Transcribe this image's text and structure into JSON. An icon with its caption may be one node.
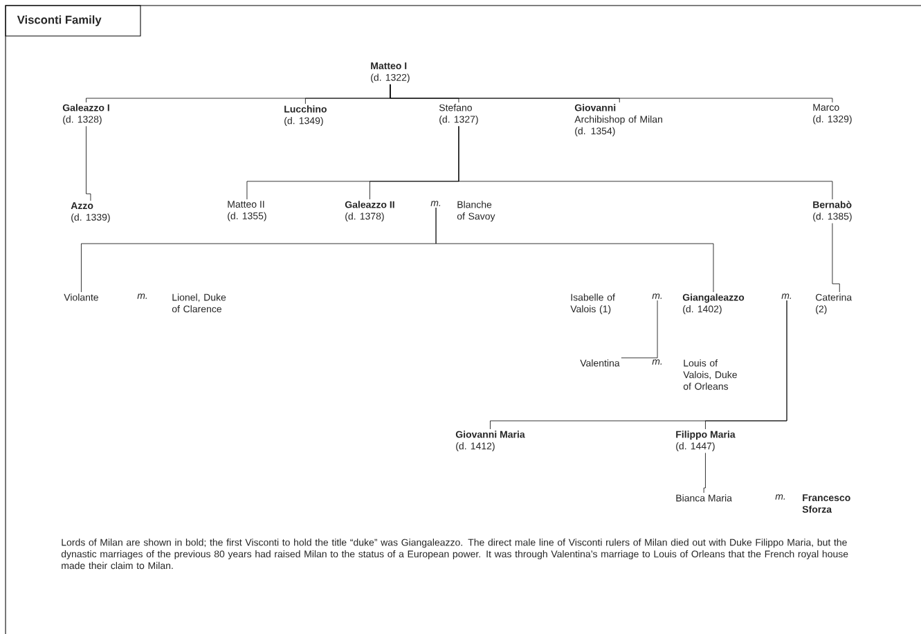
{
  "diagram": {
    "title": "Visconti Family",
    "caption": "Lords of Milan are shown in bold; the first Visconti to hold the title “duke” was Giangaleazzo. The direct male line of Visconti rulers of Milan died out with Duke Filippo Maria, but the dynastic marriages of the previous 80 years had raised Milan to the status of a European power. It was through Valentina’s marriage to Louis of Orleans that the French royal house made their claim to Milan.",
    "nodes": [
      {
        "text": [
          "Matteo I",
          "(d. 1322)"
        ]
      },
      {
        "text": [
          "Galeazzo I",
          "(d. 1328)"
        ]
      },
      {
        "text": [
          "Lucchino",
          "(d. 1349)"
        ]
      },
      {
        "text": [
          "Stefano",
          "(d. 1327)"
        ]
      },
      {
        "text": [
          "Giovanni",
          "Archibishop of Milan (d. 1354)"
        ]
      },
      {
        "text": [
          "Marco",
          "(d. 1329)"
        ]
      },
      {
        "text": [
          "Azzo",
          "(d. 1339)"
        ]
      },
      {
        "text": [
          "Matteo II",
          "(d. 1355)"
        ]
      },
      {
        "text": [
          "Galeazzo II",
          "(d. 1378)"
        ]
      },
      {
        "text": [
          "m."
        ]
      },
      {
        "text": [
          "Blanche of Savoy"
        ]
      },
      {
        "text": [
          "Bernabò",
          "(d. 1385)"
        ]
      },
      {
        "text": [
          "Violante"
        ]
      },
      {
        "text": [
          "m."
        ]
      },
      {
        "text": [
          "Lionel, Duke of Clarence"
        ]
      },
      {
        "text": [
          "Isabelle of Valois (1)"
        ]
      },
      {
        "text": [
          "m."
        ]
      },
      {
        "text": [
          "Giangaleazzo",
          "(d. 1402)"
        ]
      },
      {
        "text": [
          "m."
        ]
      },
      {
        "text": [
          "Caterina (2)"
        ]
      },
      {
        "text": [
          "Valentina"
        ]
      },
      {
        "text": [
          "m."
        ]
      },
      {
        "text": [
          "Louis of Valois, Duke of Orleans"
        ]
      },
      {
        "text": [
          "Giovanni Maria",
          "(d. 1412)"
        ]
      },
      {
        "text": [
          "Filippo Maria",
          "(d. 1447)"
        ]
      },
      {
        "text": [
          "Bianca Maria"
        ]
      },
      {
        "text": [
          "m."
        ]
      },
      {
        "text": [
          "Francesco Sforza"
        ]
      }
    ],
    "edges": [
      {
        "from": 0,
        "to": 1,
        "arrow": "none"
      },
      {
        "from": 0,
        "to": 2,
        "arrow": "none"
      },
      {
        "from": 0,
        "to": 3,
        "arrow": "none"
      },
      {
        "from": 0,
        "to": 4,
        "arrow": "none"
      },
      {
        "from": 0,
        "to": 5,
        "arrow": "none"
      },
      {
        "from": 1,
        "to": 6,
        "arrow": "none"
      },
      {
        "from": 3,
        "to": 7,
        "arrow": "none"
      },
      {
        "from": 3,
        "to": 8,
        "arrow": "none"
      },
      {
        "from": 3,
        "to": 11,
        "arrow": "none"
      },
      {
        "from": 9,
        "to": 12,
        "arrow": "none"
      },
      {
        "from": 9,
        "to": 17,
        "arrow": "none"
      },
      {
        "from": 11,
        "to": 19,
        "arrow": "none"
      },
      {
        "from": 16,
        "to": 20,
        "arrow": "none"
      },
      {
        "from": 18,
        "to": 23,
        "arrow": "none"
      },
      {
        "from": 18,
        "to": 24,
        "arrow": "none"
      },
      {
        "from": 24,
        "to": 25,
        "arrow": "none"
      }
    ]
  }
}
